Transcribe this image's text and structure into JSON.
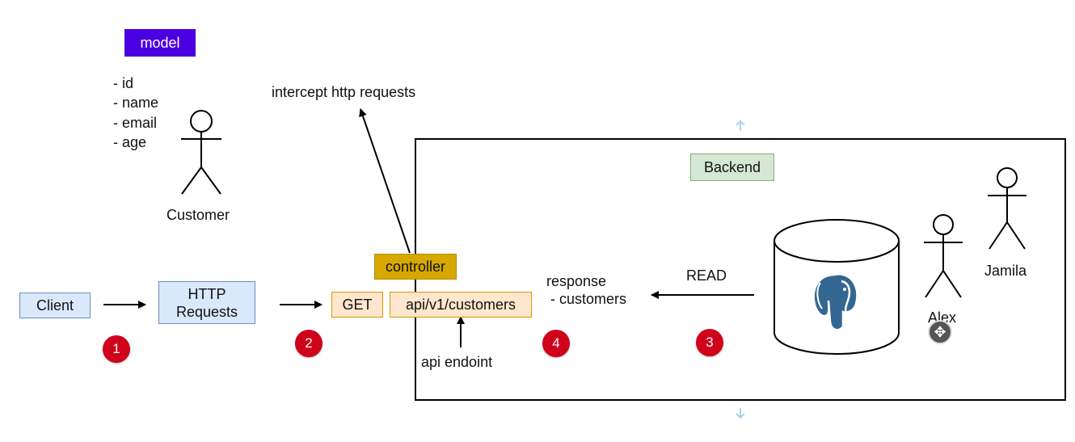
{
  "model": {
    "label": "model",
    "fields": [
      "- id",
      "- name",
      "- email",
      "- age"
    ]
  },
  "actors": {
    "customer": "Customer",
    "jamila": "Jamila",
    "alex": "Alex"
  },
  "intercept_label": "intercept http requests",
  "backend_label": "Backend",
  "controller_label": "controller",
  "client_label": "Client",
  "http_requests_label": "HTTP Requests",
  "get_label": "GET",
  "path_label": "api/v1/customers",
  "endpoint_label": "api endoint",
  "response_label": "response",
  "response_item": "- customers",
  "read_label": "READ",
  "steps": [
    "1",
    "2",
    "3",
    "4"
  ],
  "colors": {
    "model": "#4a00e0",
    "backend_fill": "#d5e8d4",
    "backend_border": "#82b366",
    "controller_fill": "#d6a800",
    "client_fill": "#dae8fc",
    "client_border": "#6c8ebf",
    "get_fill": "#ffe6cc",
    "get_border": "#d79b00",
    "badge": "#d0021b",
    "postgres": "#336791"
  },
  "icons": [
    "postgres-elephant-icon",
    "move-cursor-icon"
  ]
}
